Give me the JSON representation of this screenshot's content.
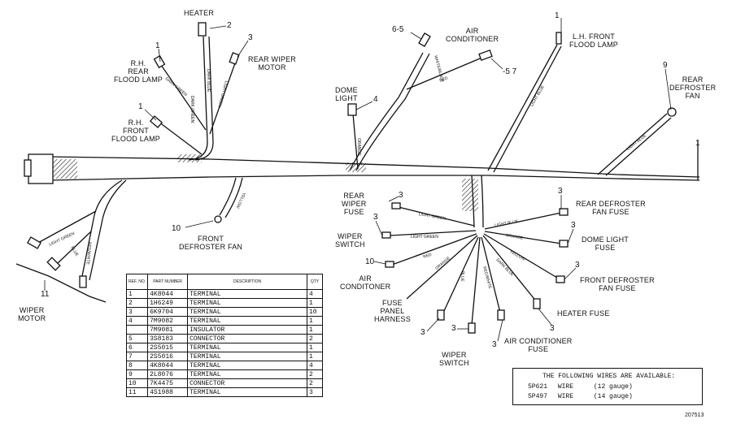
{
  "labels": {
    "heater": "HEATER",
    "rh_rear_flood": "R.H.\nREAR\nFLOOD LAMP",
    "rear_wiper_motor": "REAR WIPER\nMOTOR",
    "rh_front_flood": "R.H.\nFRONT\nFLOOD LAMP",
    "front_defroster_fan": "FRONT\nDEFROSTER FAN",
    "wiper_motor": "WIPER\nMOTOR",
    "air_conditioner_top": "AIR\nCONDITIONER",
    "dome_light": "DOME\nLIGHT",
    "lh_front_flood": "L.H. FRONT\nFLOOD LAMP",
    "rear_defroster_fan": "REAR\nDEFROSTER\nFAN",
    "rear_wiper_fuse": "REAR\nWIPER\nFUSE",
    "wiper_switch_left": "WIPER\nSWITCH",
    "air_conditioner_left": "AIR\nCONDITONER",
    "fuse_panel_harness": "FUSE\nPANEL\nHARNESS",
    "wiper_switch_bottom": "WIPER\nSWITCH",
    "air_conditioner_fuse": "AIR CONDITIONER\nFUSE",
    "heater_fuse": "HEATER FUSE",
    "front_defroster_fan_fuse": "FRONT DEFROSTER\nFAN FUSE",
    "dome_light_fuse": "DOME LIGHT\nFUSE",
    "rear_defroster_fan_fuse": "REAR DEFROSTER\nFAN FUSE"
  },
  "callouts": {
    "c2": "2",
    "c3a": "3",
    "c1a": "1",
    "c1b": "1",
    "c10a": "10",
    "c11": "11",
    "c65": "6-5",
    "c57": "-5 7",
    "c4": "4",
    "c1c": "1",
    "c9": "9",
    "c1d": "1",
    "c3b": "3",
    "c3c": "3",
    "c10b": "10",
    "c3d": "3",
    "c3e": "3",
    "c3f": "3",
    "c3g": "3",
    "c3h": "3",
    "c3i": "3",
    "c3j": "3"
  },
  "wire_labels": {
    "dark_green_1": "DARK GREEN",
    "dark_blue_1": "DARK BLUE",
    "light_green_1": "LIGHT GREEN",
    "dark_green_2": "DARK GREEN",
    "yellow_1": "YELLOW",
    "light_green_2": "LIGHT GREEN",
    "blue_1": "BLUE",
    "red_white_1": "RED/WHITE",
    "white_black": "WHITE/BLACK",
    "red_1": "RED",
    "orange_1": "ORANGE",
    "light_blue_1": "LIGHT BLUE",
    "light_blue_2": "LIGHT BLUE",
    "light_green_3": "LIGHT GREEN",
    "light_green_4": "LIGHT GREEN",
    "red_2": "RED",
    "orange_2": "ORANGE",
    "blue_2": "BLUE",
    "red_white_2": "RED/WHITE",
    "light_blue_3": "LIGHT BLUE",
    "orange_3": "ORANGE",
    "yellow_2": "YELLOW",
    "dark_blue_2": "DARK BLUE"
  },
  "parts_table": {
    "headers": [
      "REF. NO.",
      "PART NUMBER",
      "DESCRIPTION",
      "QTY"
    ],
    "rows": [
      {
        "ref": "1",
        "part": "4K8044",
        "desc": "TERMINAL",
        "qty": "4"
      },
      {
        "ref": "2",
        "part": "1H6249",
        "desc": "TERMINAL",
        "qty": "1"
      },
      {
        "ref": "3",
        "part": "6K9704",
        "desc": "TERMINAL",
        "qty": "10"
      },
      {
        "ref": "4",
        "part": "7M9082",
        "desc": "TERMINAL",
        "qty": "1"
      },
      {
        "ref": "",
        "part": "7M9081",
        "desc": "INSULATOR",
        "qty": "1"
      },
      {
        "ref": "5",
        "part": "3S8183",
        "desc": "CONNECTOR",
        "qty": "2"
      },
      {
        "ref": "6",
        "part": "2S5015",
        "desc": "TERMINAL",
        "qty": "1"
      },
      {
        "ref": "7",
        "part": "2S5016",
        "desc": "TERMINAL",
        "qty": "1"
      },
      {
        "ref": "8",
        "part": "4K8044",
        "desc": "TERMINAL",
        "qty": "4"
      },
      {
        "ref": "9",
        "part": "2L8076",
        "desc": "TERMINAL",
        "qty": "2"
      },
      {
        "ref": "10",
        "part": "7K4475",
        "desc": "CONNECTOR",
        "qty": "2"
      },
      {
        "ref": "11",
        "part": "4S1988",
        "desc": "TERMINAL",
        "qty": "3"
      }
    ]
  },
  "wire_note": {
    "title": "THE FOLLOWING WIRES ARE AVAILABLE:",
    "rows": [
      {
        "part": "5P621",
        "desc": "WIRE",
        "gauge": "(12 gauge)"
      },
      {
        "part": "5P497",
        "desc": "WIRE",
        "gauge": "(14 gauge)"
      }
    ]
  },
  "figure_number": "207513"
}
